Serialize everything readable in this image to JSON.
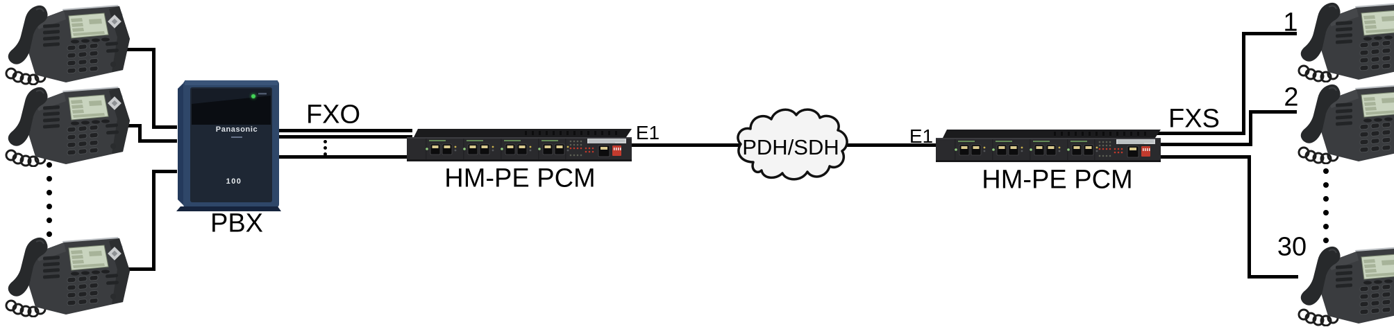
{
  "labels": {
    "fxo": "FXO",
    "fxs": "FXS",
    "e1_left": "E1",
    "e1_right": "E1",
    "cloud": "PDH/SDH",
    "pbx": "PBX",
    "pcm_left": "HM-PE PCM",
    "pcm_right": "HM-PE PCM"
  },
  "pbx": {
    "label": "PBX",
    "brand": "Panasonic",
    "badge": "100"
  },
  "phone_numbers": {
    "first": "1",
    "second": "2",
    "last": "30"
  },
  "colors": {
    "wire": "#000000",
    "cloud_fill": "#f4f4f4",
    "pbx_body": "#2f4769",
    "pcm_body": "#2a2a2d",
    "phone_body": "#3a3c3f",
    "phone_screen": "#c9d4bf",
    "dip_switch_red": "#c23b2e",
    "led_green": "#43d457"
  },
  "topology": {
    "nodes": [
      {
        "id": "analog-phones-left",
        "type": "ip-phone-group",
        "phones_shown": 3,
        "ellipsis": true
      },
      {
        "id": "pbx",
        "type": "pbx",
        "label": "PBX",
        "brand": "Panasonic",
        "badge": "100"
      },
      {
        "id": "pcm-left",
        "type": "pcm-multiplexer",
        "label": "HM-PE PCM"
      },
      {
        "id": "transport-cloud",
        "type": "network-cloud",
        "label": "PDH/SDH"
      },
      {
        "id": "pcm-right",
        "type": "pcm-multiplexer",
        "label": "HM-PE PCM"
      },
      {
        "id": "subscriber-phones-right",
        "type": "ip-phone-group",
        "numbers_shown": [
          "1",
          "2",
          "30"
        ],
        "ellipsis": true
      }
    ],
    "links": [
      {
        "from": "analog-phones-left",
        "to": "pbx",
        "label": "",
        "lines": 3
      },
      {
        "from": "pbx",
        "to": "pcm-left",
        "label": "FXO",
        "lines": 3
      },
      {
        "from": "pcm-left",
        "to": "transport-cloud",
        "label": "E1",
        "lines": 1
      },
      {
        "from": "transport-cloud",
        "to": "pcm-right",
        "label": "E1",
        "lines": 1
      },
      {
        "from": "pcm-right",
        "to": "subscriber-phones-right",
        "label": "FXS",
        "lines": 3
      }
    ]
  }
}
